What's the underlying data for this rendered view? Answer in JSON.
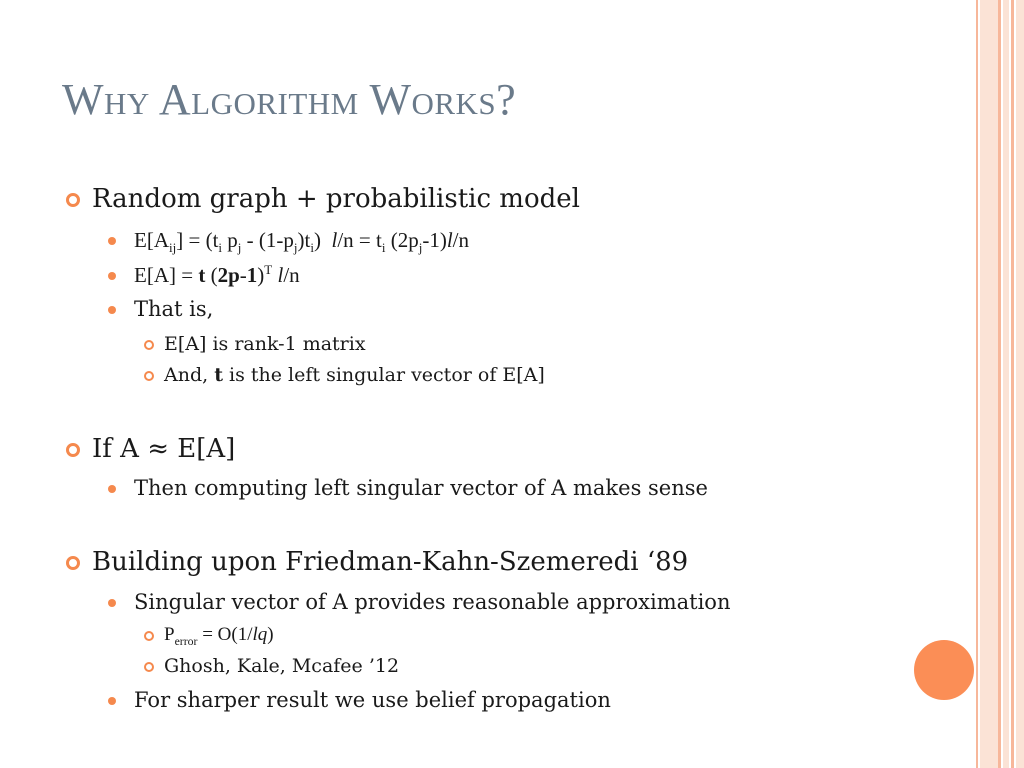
{
  "slide": {
    "title": "Why Algorithm Works?"
  },
  "sections": [
    {
      "heading": "Random graph + probabilistic model",
      "eq1": {
        "a": "E[A",
        "a_sub": "ij",
        "b": "] = (t",
        "b_sub": "i",
        "c": " p",
        "c_sub": "j",
        "d": " - (1-p",
        "d_sub": "j",
        "e": ")t",
        "e_sub": "i",
        "f": ")  ",
        "f_ital": "l",
        "g": "/n = t",
        "g_sub": "i",
        "h": " (2p",
        "h_sub": "j",
        "i": "-1)",
        "i_ital": "l",
        "j": "/n"
      },
      "eq2": {
        "a": "E[A] = ",
        "b_bold": "t",
        "c": " (",
        "d_bold": "2p",
        "e": "-",
        "f_bold": "1",
        "g": ")",
        "g_sup": "T",
        "h": " ",
        "h_ital": "l",
        "i": "/n"
      },
      "that_is": "That is,",
      "sub_items": [
        {
          "text": "E[A] is rank-1 matrix"
        },
        {
          "pre": "And, ",
          "bold": "t",
          "post": " is the left singular vector of E[A]"
        }
      ]
    },
    {
      "heading": "If A ≈ E[A]",
      "items": [
        "Then computing left singular vector of A makes sense"
      ]
    },
    {
      "heading": "Building upon Friedman-Kahn-Szemeredi ‘89",
      "item1": "Singular vector of A provides reasonable approximation",
      "perror": {
        "p": "P",
        "sub": "error",
        "eq": " = O(1/",
        "ital": "lq",
        "close": ")"
      },
      "ghosh": "Ghosh, Kale, Mcafee ’12",
      "item2": "For sharper result we use belief propagation"
    }
  ]
}
